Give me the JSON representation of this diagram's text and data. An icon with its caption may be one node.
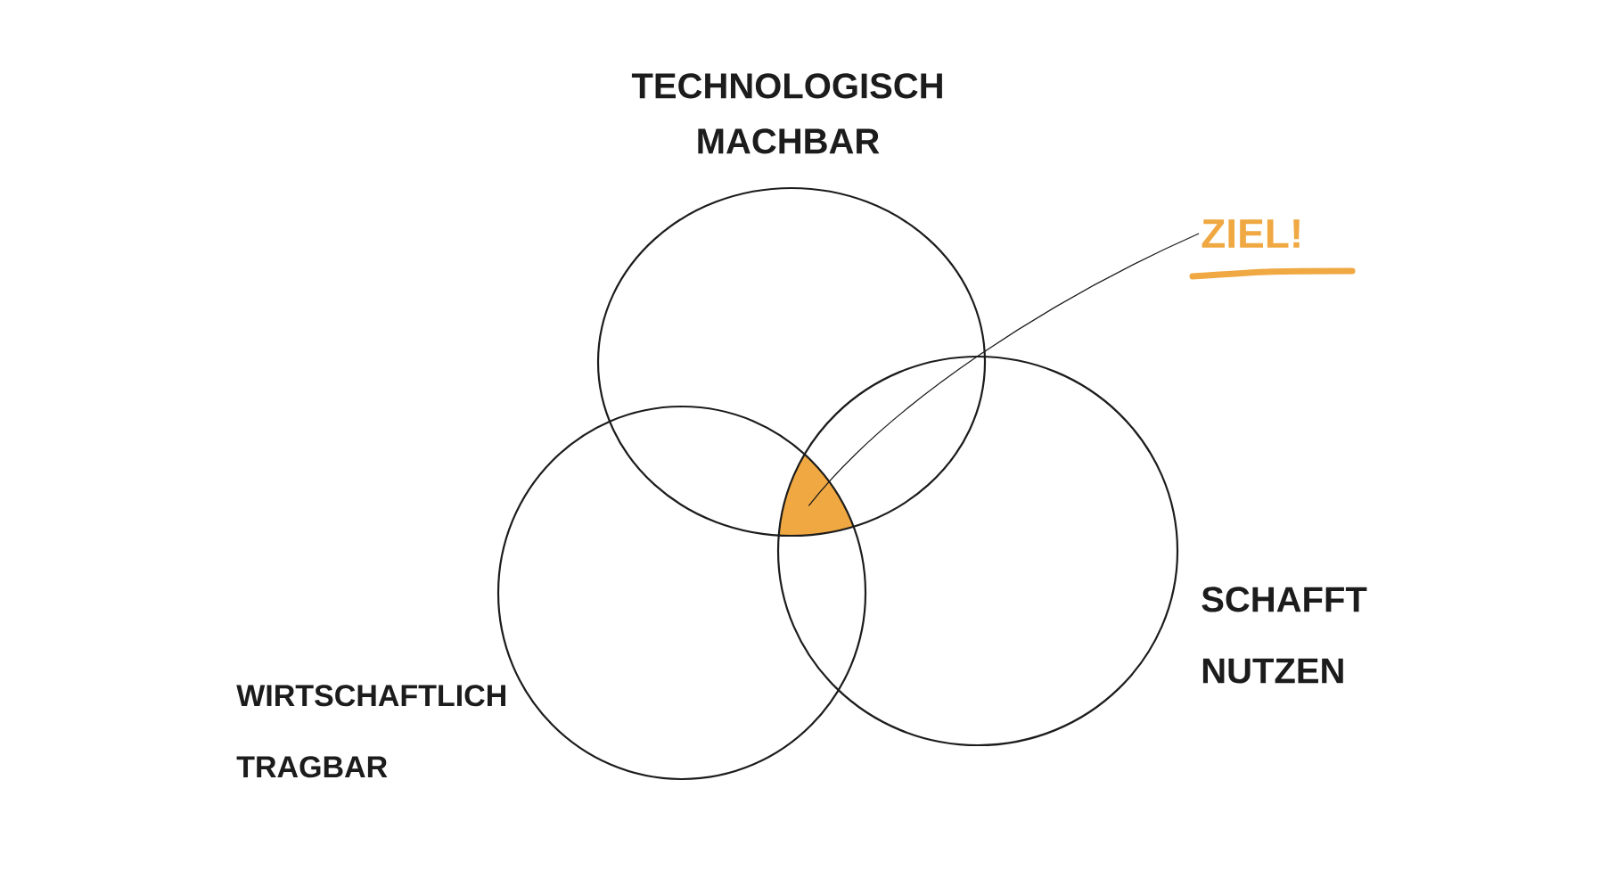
{
  "diagram": {
    "nodes": [
      {
        "text": [
          "TECHNOLOGISCH MACHBAR"
        ]
      },
      {
        "text": [
          "WIRTSCHAFTLICH TRAGBAR"
        ]
      },
      {
        "text": [
          "SCHAFFT NUTZEN"
        ]
      },
      {
        "text": [
          "ZIEL!"
        ]
      },
      {
        "text": [],
        "shape": "triangle"
      }
    ],
    "edges": [
      {
        "from": 3,
        "to": 4,
        "arrow": "none"
      }
    ]
  }
}
